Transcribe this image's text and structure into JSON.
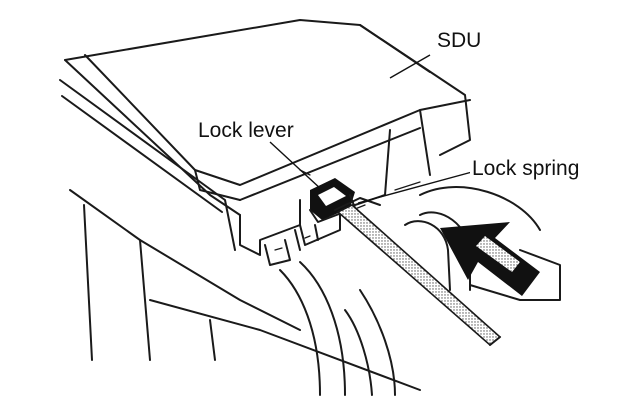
{
  "labels": {
    "sdu": "SDU",
    "lock_lever": "Lock lever",
    "lock_spring": "Lock spring"
  },
  "colors": {
    "line": "#1a1a1a",
    "background": "#ffffff",
    "stipple": "#8a8a8a"
  }
}
